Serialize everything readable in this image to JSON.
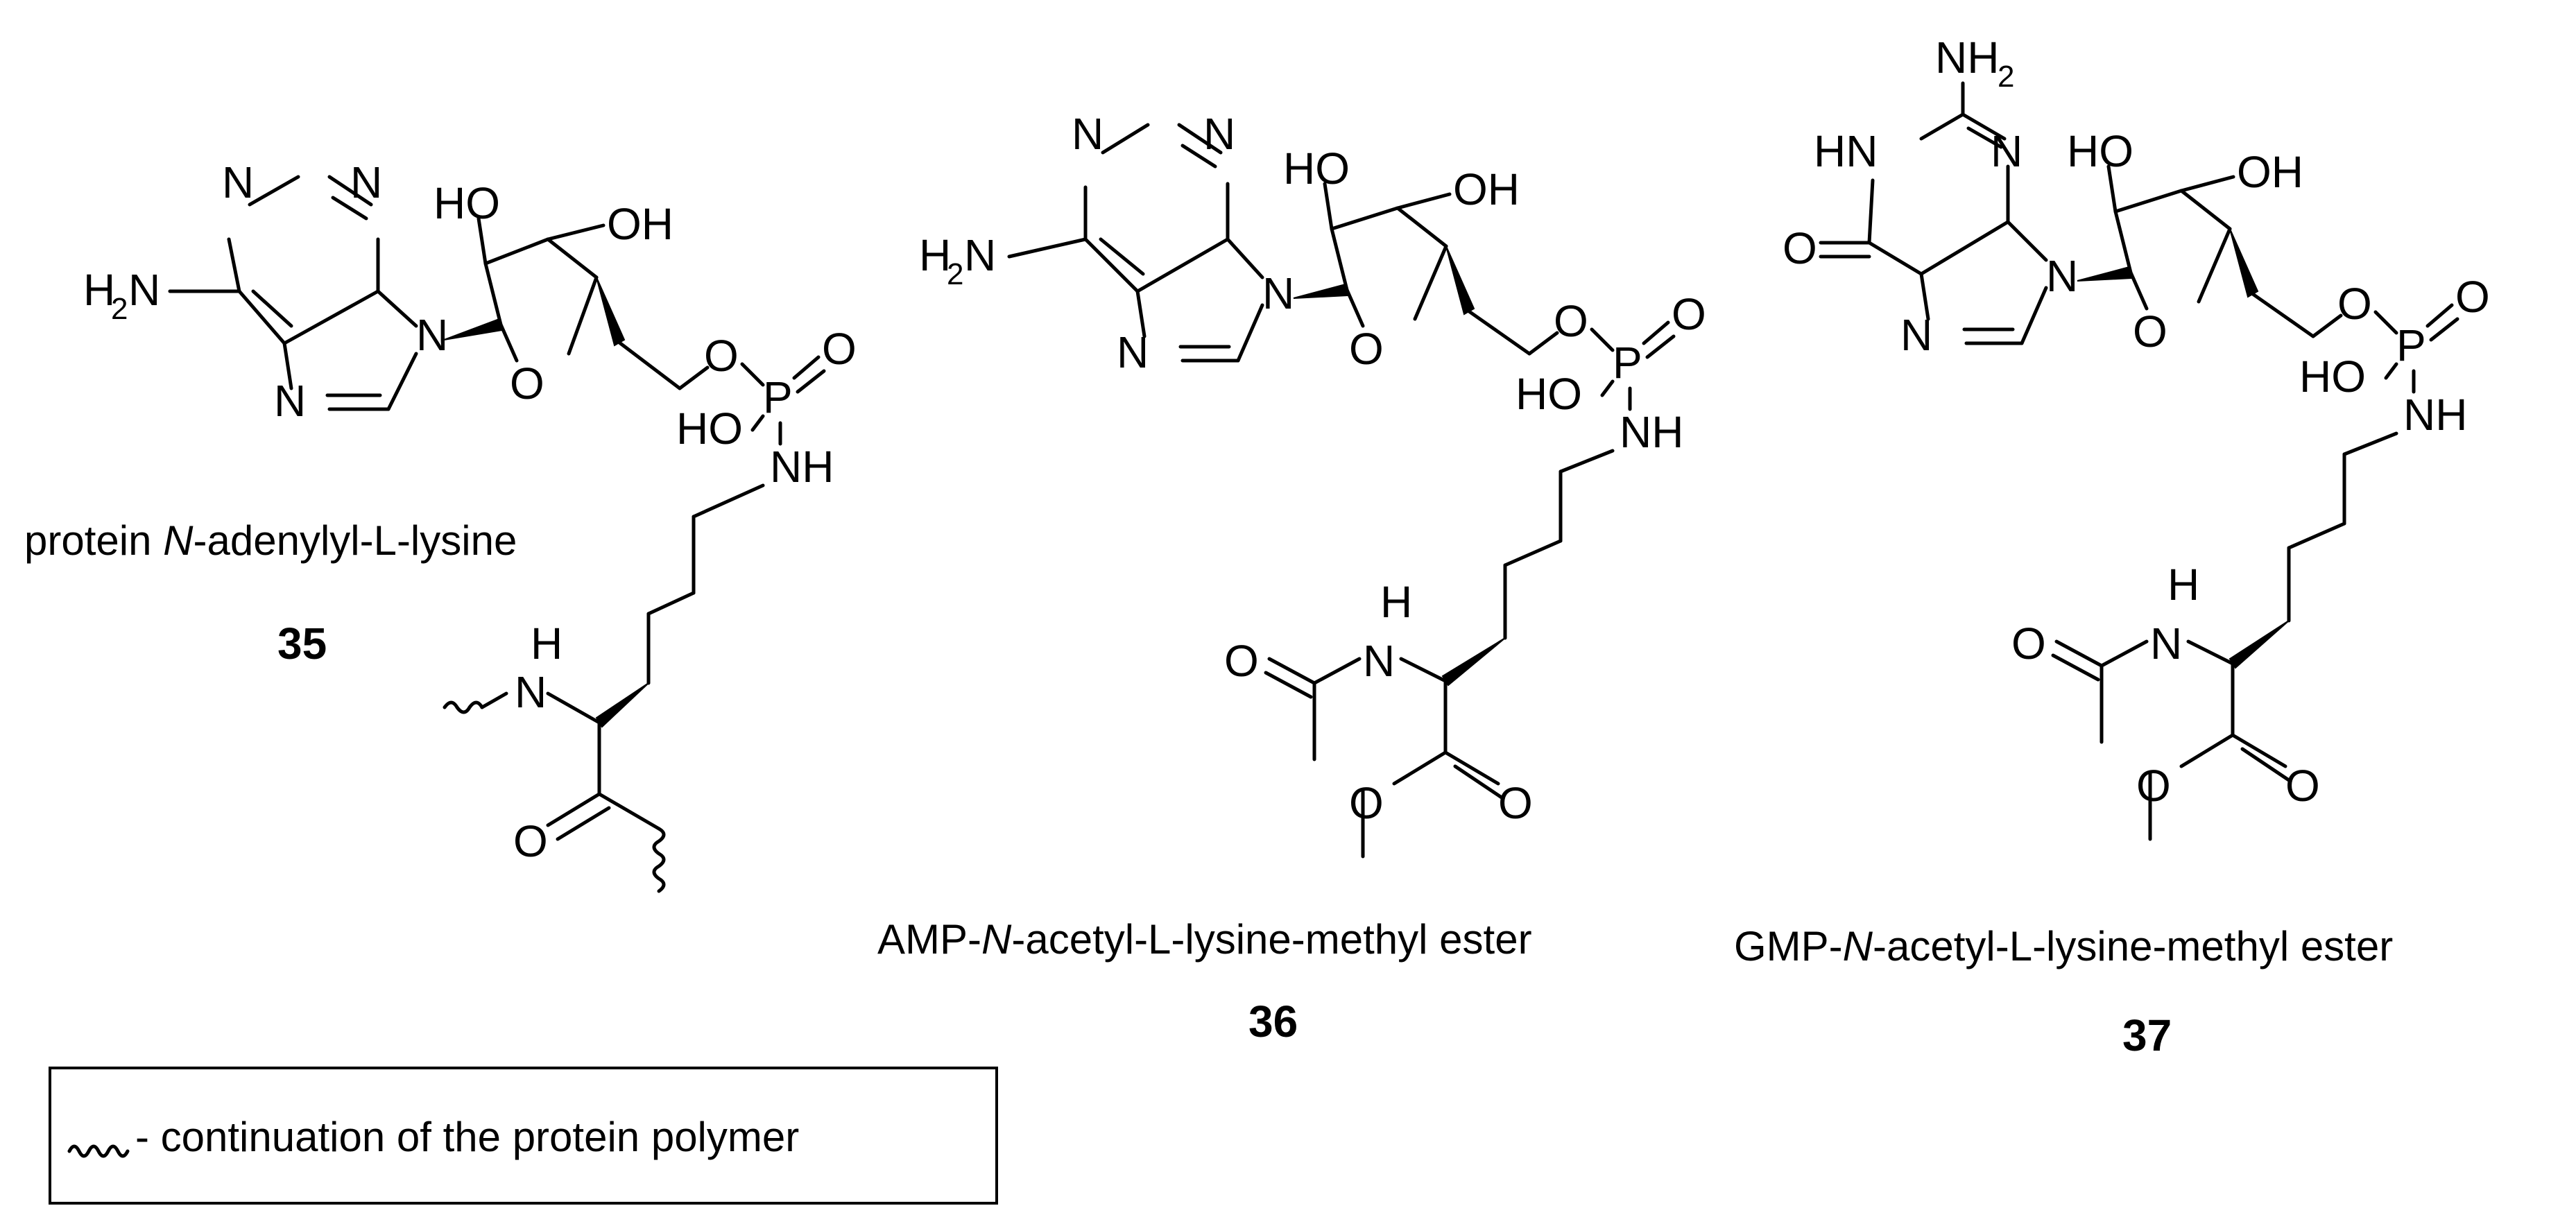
{
  "compounds": [
    {
      "number": "35",
      "name_prefix": "protein ",
      "name_italic": "N",
      "name_suffix": "-adenylyl-L-lysine"
    },
    {
      "number": "36",
      "name_prefix": "AMP-",
      "name_italic": "N",
      "name_suffix": "-acetyl-L-lysine-methyl ester"
    },
    {
      "number": "37",
      "name_prefix": "GMP-",
      "name_italic": "N",
      "name_suffix": "-acetyl-L-lysine-methyl ester"
    }
  ],
  "legend": {
    "text": "- continuation of the protein polymer"
  },
  "atom_labels": {
    "N": "N",
    "O": "O",
    "P": "P",
    "HO": "HO",
    "OH": "OH",
    "NH": "NH",
    "H": "H",
    "HN": "HN",
    "H2N_main": "H",
    "NH2_main": "NH",
    "two": "2"
  }
}
